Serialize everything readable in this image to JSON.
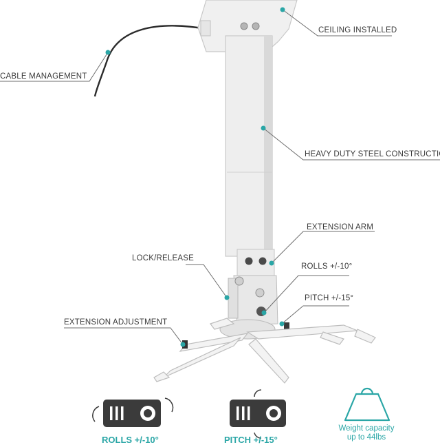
{
  "callouts": {
    "ceiling": "CEILING INSTALLED",
    "cable": "CABLE MANAGEMENT",
    "steel": "HEAVY DUTY STEEL CONSTRUCTION",
    "extension_arm": "EXTENSION ARM",
    "lock": "LOCK/RELEASE",
    "rolls": "ROLLS +/-10°",
    "pitch": "PITCH +/-15°",
    "extension_adjustment": "EXTENSION ADJUSTMENT"
  },
  "features": {
    "roll_caption": "ROLLS +/-10°",
    "pitch_caption": "PITCH +/-15°",
    "weight_line1": "Weight capacity",
    "weight_line2": "up to 44lbs"
  },
  "colors": {
    "accent": "#2aa6a6",
    "dark": "#3b3b3b",
    "caption": "#2aa6a6"
  },
  "icons": [
    "projector-roll-icon",
    "projector-pitch-icon",
    "weight-icon"
  ]
}
